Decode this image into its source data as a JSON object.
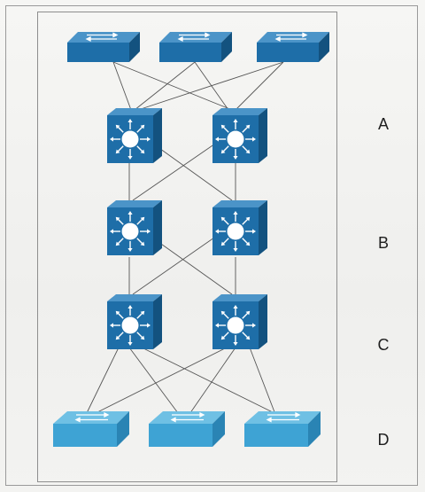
{
  "diagram": {
    "labels": [
      "A",
      "B",
      "C",
      "D"
    ],
    "colors": {
      "device_front": "#1e6ea8",
      "device_top": "#4b94c8",
      "device_side": "#13527f",
      "access_front": "#3ea3d4",
      "access_top": "#6fc0e4",
      "access_side": "#2a84b4",
      "link": "#555555"
    },
    "icons": {
      "access": "workgroup-switch-icon",
      "multilayer": "layer3-switch-icon"
    }
  }
}
